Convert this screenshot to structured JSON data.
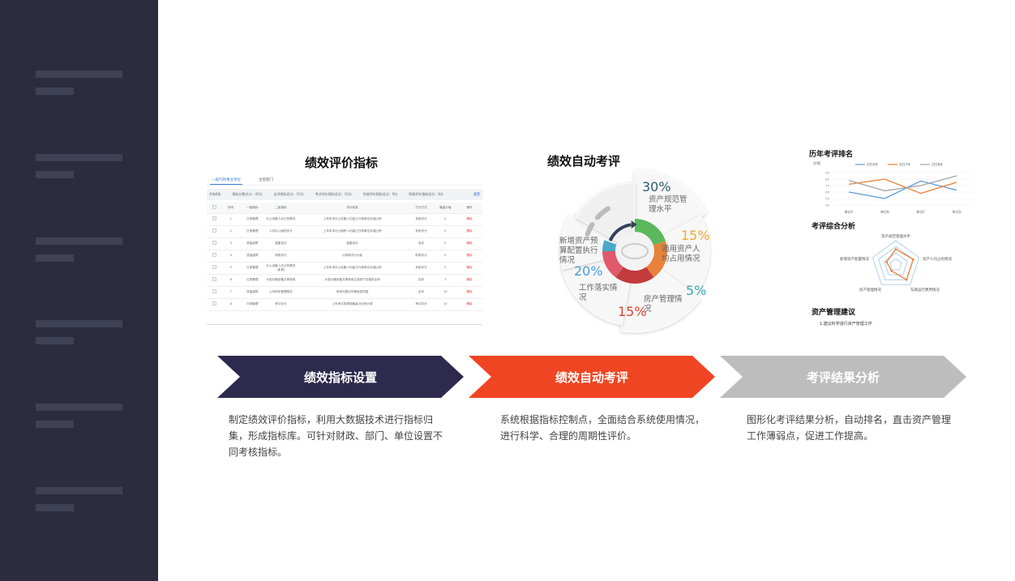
{
  "sidebar": {
    "item_count": 6
  },
  "sections": {
    "indicator": {
      "title": "绩效评价指标",
      "tabs": [
        "一般行政事业单位",
        "主管部门"
      ],
      "filter": [
        "共有8条",
        "指标分数总计：42分",
        "自评指标总分：15分",
        "考试评价指标总分：10分",
        "系统评价指标总分：9分",
        "财政评价指标总分：8分"
      ],
      "reset": "重置",
      "columns": [
        "",
        "序号",
        "一级指标",
        "二级指标",
        "评价标准",
        "打分方式",
        "最高分值",
        "操作"
      ],
      "rows": [
        [
          "1",
          "日常管理",
          "办公设备人均占有情况",
          "上年年末办公设备人均量占行政单位标准比例",
          "系统评分",
          "2",
          "删除"
        ],
        [
          "2",
          "日常管理",
          "人均办公面积评分",
          "上年年末办公面积人均量占行政单位标准比例",
          "系统评分",
          "5",
          "删除"
        ],
        [
          "3",
          "质量保障",
          "盘盈自评",
          "盘盈自评",
          "自评",
          "5",
          "删除"
        ],
        [
          "4",
          "质量保障",
          "财政评分",
          "以财政评分为准",
          "财政评分",
          "5",
          "删除"
        ],
        [
          "5",
          "日常管理",
          "办公设备人均占有情况(家具)",
          "上年年末办公设备人均量占行政单位标准比例",
          "系统评分",
          "2",
          "删除"
        ],
        [
          "6",
          "日常管理",
          "大型仪器设备共享使用",
          "大型仪器设备共享使用达到资产总值的比例",
          "自评",
          "3",
          "删除"
        ],
        [
          "7",
          "质量保障",
          "公务用车管理规范",
          "系统内登记车辆信息完整",
          "自评",
          "10",
          "删除"
        ],
        [
          "8",
          "日常管理",
          "考试评分",
          "上年考试成绩按最高分比例计算",
          "考试评分",
          "10",
          "删除"
        ]
      ]
    },
    "auto": {
      "title": "绩效自动考评",
      "segments": [
        {
          "label": "资产规范管理水平",
          "pct": "30%",
          "color": "#5cb85c",
          "pctColor": "#2f5f6f"
        },
        {
          "label": "通用资产人均占用情况",
          "pct": "15%",
          "color": "#e8823a",
          "pctColor": "#f0a830"
        },
        {
          "label": "房产管理情况",
          "pct": "5%",
          "color": "#c23b3d",
          "pctColor": "#3aa6b9"
        },
        {
          "label": "工作落实情况",
          "pct": "15%",
          "color": "#e05a6c",
          "pctColor": "#d9432f"
        },
        {
          "label": "新增资产预算配置执行情况",
          "pct": "20%",
          "color": "#4aa8c8",
          "pctColor": "#4a9ad8"
        }
      ]
    },
    "result": {
      "ranking_title": "历年考评排名",
      "analysis_title": "考评综合分析",
      "advice_title": "资产管理建议",
      "advice_items": [
        "1.建议科学进行资产管理工作"
      ]
    }
  },
  "chart_data": [
    {
      "type": "line",
      "ylabel": "分值",
      "categories": [
        "单位A",
        "单位B",
        "单位C",
        "单位D"
      ],
      "ylim": [
        40,
        90
      ],
      "yticks": [
        40,
        50,
        60,
        70,
        80,
        90
      ],
      "grid": true,
      "legend": "top",
      "series": [
        {
          "name": "2016年",
          "color": "#5b9bd5",
          "values": [
            60,
            50,
            77,
            63
          ]
        },
        {
          "name": "2017年",
          "color": "#ed7d31",
          "values": [
            72,
            80,
            58,
            75
          ]
        },
        {
          "name": "2018年",
          "color": "#a5a5a5",
          "values": [
            78,
            62,
            70,
            85
          ]
        }
      ]
    },
    {
      "type": "radar",
      "axes": [
        "资产规范管理水平",
        "资产人均占有情况",
        "车辆运行费用情况",
        "房产管理情况",
        "新增资产配置情况"
      ],
      "range": [
        0,
        1
      ],
      "values": [
        0.65,
        0.75,
        0.75,
        0.3,
        0.4
      ],
      "color": "#ed7d31",
      "gridColor": "#9fc5e8"
    }
  ],
  "steps": [
    {
      "label": "绩效指标设置",
      "color": "#2d2a4e",
      "desc": "制定绩效评价指标，利用大数据技术进行指标归集，形成指标库。可针对财政、部门、单位设置不同考核指标。"
    },
    {
      "label": "绩效自动考评",
      "color": "#f04523",
      "desc": "系统根据指标控制点，全面结合系统使用情况，进行科学、合理的周期性评价。"
    },
    {
      "label": "考评结果分析",
      "color": "#bdbdbd",
      "desc": "图形化考评结果分析，自动排名，直击资产管理工作薄弱点，促进工作提高。"
    }
  ]
}
